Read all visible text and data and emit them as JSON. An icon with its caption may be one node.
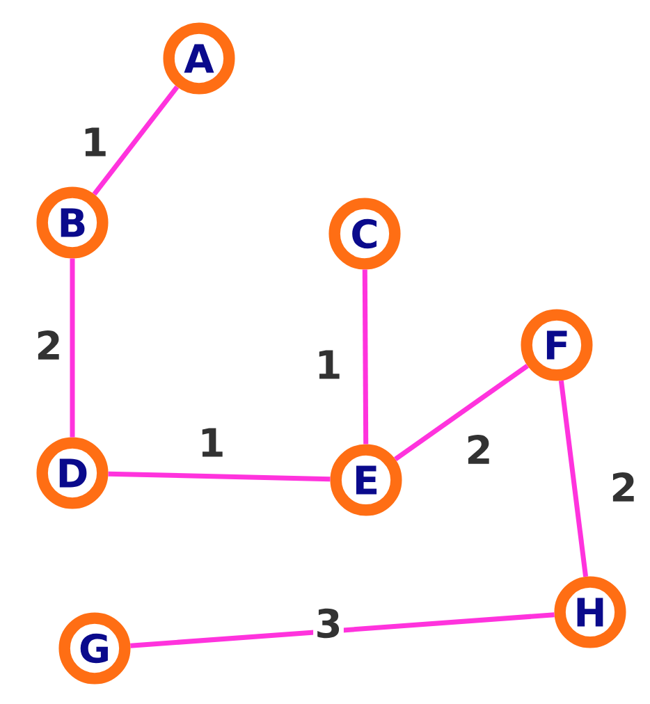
{
  "diagram": {
    "nodes": [
      {
        "text": [
          "A"
        ]
      },
      {
        "text": [
          "B"
        ]
      },
      {
        "text": [
          "C"
        ]
      },
      {
        "text": [
          "D"
        ]
      },
      {
        "text": [
          "E"
        ]
      },
      {
        "text": [
          "F"
        ]
      },
      {
        "text": [
          "G"
        ]
      },
      {
        "text": [
          "H"
        ]
      }
    ],
    "edges": [
      {
        "from": 0,
        "to": 1,
        "arrow": "none",
        "label": "1"
      },
      {
        "from": 1,
        "to": 3,
        "arrow": "none",
        "label": "2"
      },
      {
        "from": 3,
        "to": 4,
        "arrow": "none",
        "label": "1"
      },
      {
        "from": 2,
        "to": 4,
        "arrow": "none",
        "label": "1"
      },
      {
        "from": 4,
        "to": 5,
        "arrow": "none",
        "label": "2"
      },
      {
        "from": 5,
        "to": 7,
        "arrow": "none",
        "label": "2"
      },
      {
        "from": 6,
        "to": 7,
        "arrow": "none",
        "label": "3"
      }
    ]
  }
}
